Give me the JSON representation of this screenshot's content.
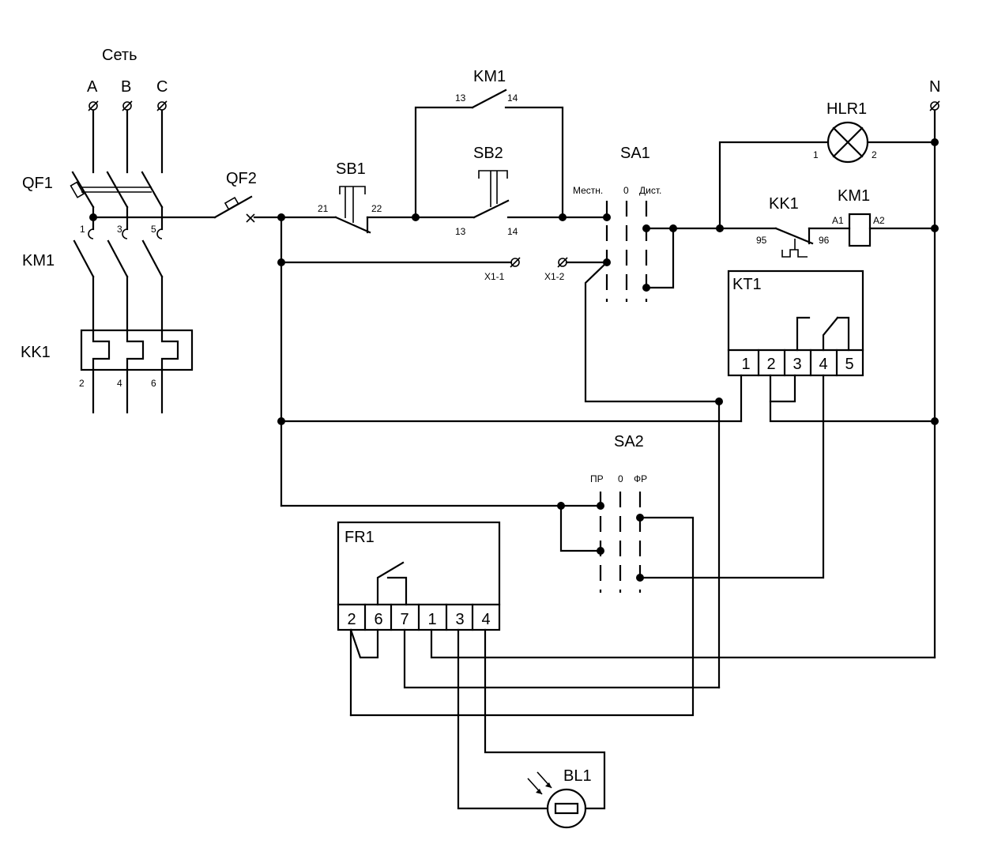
{
  "labels": {
    "network": "Сеть",
    "phase_a": "A",
    "phase_b": "B",
    "phase_c": "C",
    "neutral": "N",
    "qf1": "QF1",
    "qf2": "QF2",
    "km1_contactor": "KM1",
    "kk1_relay": "KK1",
    "sb1": "SB1",
    "sb2": "SB2",
    "km1_aux": "KM1",
    "sa1": "SA1",
    "hlr1": "HLR1",
    "kk1_contact": "KK1",
    "km1_coil": "KM1",
    "kt1": "KT1",
    "sa2": "SA2",
    "fr1": "FR1",
    "bl1": "BL1"
  },
  "pins": {
    "qf1_1": "1",
    "qf1_3": "3",
    "qf1_5": "5",
    "kk1_2": "2",
    "kk1_4": "4",
    "kk1_6": "6",
    "sb1_21": "21",
    "sb1_22": "22",
    "sb2_13": "13",
    "sb2_14": "14",
    "km1_13": "13",
    "km1_14": "14",
    "hlr1_1": "1",
    "hlr1_2": "2",
    "kk1_95": "95",
    "kk1_96": "96",
    "coil_a1": "A1",
    "coil_a2": "A2",
    "x1_1": "X1-1",
    "x1_2": "X1-2"
  },
  "sa1_positions": {
    "local": "Местн.",
    "zero": "0",
    "remote": "Дист."
  },
  "sa2_positions": {
    "manual": "ПР",
    "zero": "0",
    "photo": "ФР"
  },
  "kt1_terminals": [
    "1",
    "2",
    "3",
    "4",
    "5"
  ],
  "fr1_terminals": [
    "2",
    "6",
    "7",
    "1",
    "3",
    "4"
  ]
}
